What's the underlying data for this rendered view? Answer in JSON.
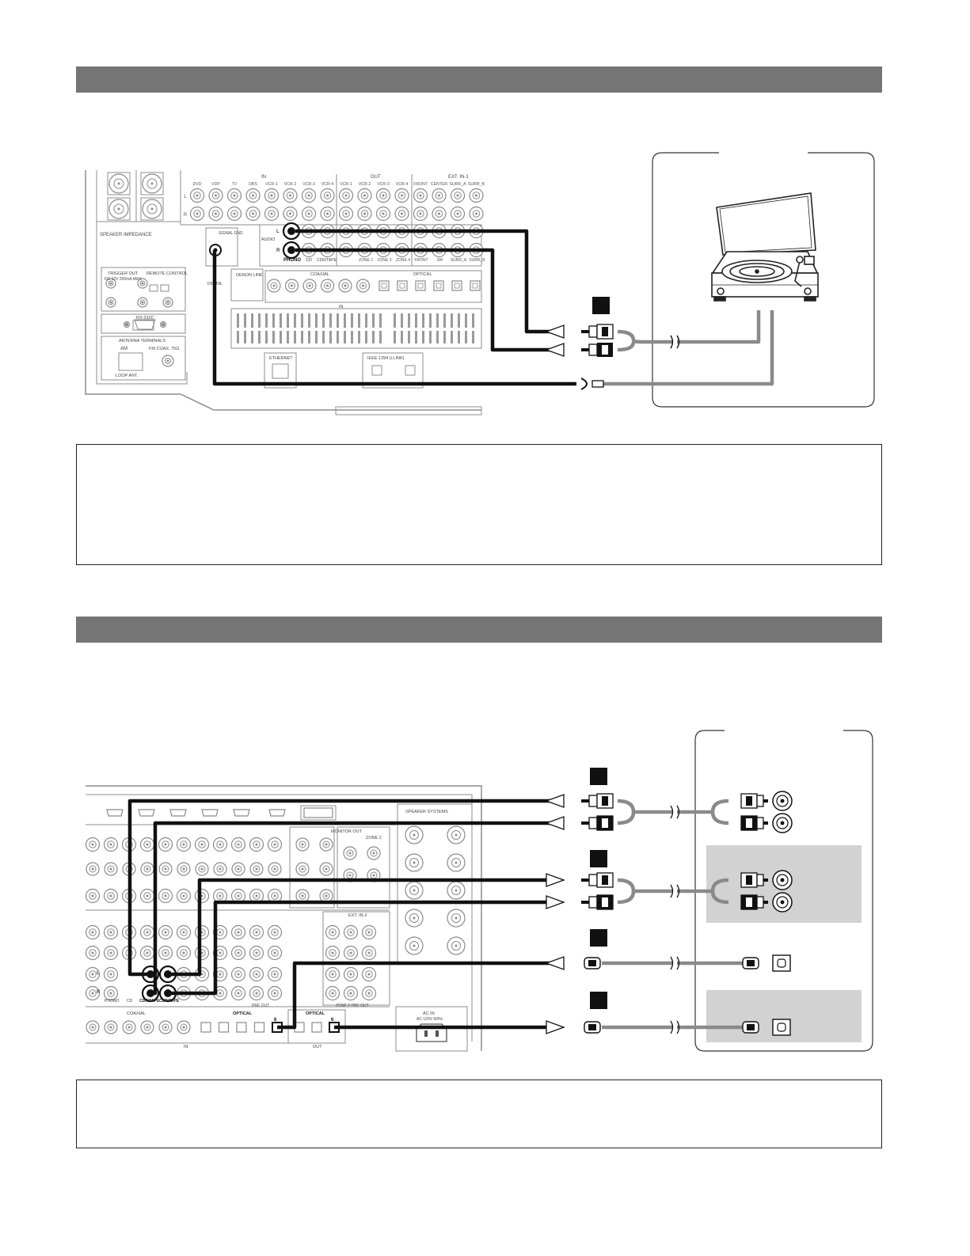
{
  "panel_top": {
    "input_group_label": "IN",
    "output_group_label": "OUT",
    "ext_group_label": "EXT. IN-1",
    "video_inputs": [
      "DVD",
      "VDP",
      "TV",
      "DBS",
      "VCR-1",
      "VCR-2",
      "VCR-3",
      "VCR-4"
    ],
    "video_outputs": [
      "VCR-1",
      "VCR-2",
      "VCR-3",
      "VCR-4"
    ],
    "ext_inputs": [
      "FRONT",
      "CENTER",
      "SURR_A",
      "SURR_B"
    ],
    "audio_label": "AUDIO",
    "phono_label": "PHONO",
    "cd_label": "CD",
    "cdr_tape_label": "CDR/TAPE",
    "zone_labels": [
      "ZONE 2",
      "ZONE 3",
      "ZONE 4"
    ],
    "preout_labels": [
      "FRONT",
      "SW",
      "SURR_A",
      "SURR_B"
    ],
    "signal_gnd_label": "SIGNAL GND",
    "speaker_impedance_label": "SPEAKER IMPEDANCE",
    "trigger_label": "TRIGGER OUT",
    "trigger_rating": "DC 12V 200mA MAX",
    "remote_label": "REMOTE CONTROL",
    "rs232_label": "RS-232C",
    "antenna_label": "ANTENNA TERMINALS",
    "am_label": "AM",
    "fm_label": "FM COAX. 75Ω",
    "loop_label": "LOOP ANT.",
    "ethernet_label": "ETHERNET",
    "ieee_label": "IEEE 1394 (i.LINK)",
    "denon_link_label": "DENON LINK",
    "digital_label": "DIGITAL",
    "coaxial_label": "COAXIAL",
    "optical_label": "OPTICAL",
    "in_label": "IN",
    "l_mark": "L",
    "r_mark": "R"
  },
  "panel_bottom": {
    "speaker_systems_label": "SPEAKER SYSTEMS",
    "monitor_out_label": "MONITOR OUT",
    "zone2_label": "ZONE 2",
    "ext_in2_label": "EXT. IN-2",
    "optical_label": "OPTICAL",
    "coaxial_label": "COAXIAL",
    "in_label": "IN",
    "out_label": "OUT",
    "cdr_tape_label": "CDR/TAPE",
    "phono_label": "PHONO",
    "cd_label": "CD",
    "ac_label": "AC IN",
    "ac_rating": "AC 120V 60Hz",
    "l_mark": "L",
    "r_mark": "R",
    "zone2_preout_label": "ZONE 2 PRE OUT",
    "preout_label": "PRE OUT",
    "optical_port_6": "6"
  },
  "colors": {
    "header_bar": "#757575",
    "cable": "#111111",
    "gray_cable": "#8a8a8a",
    "shade": "#d2d2d2",
    "device_line": "#666666"
  }
}
